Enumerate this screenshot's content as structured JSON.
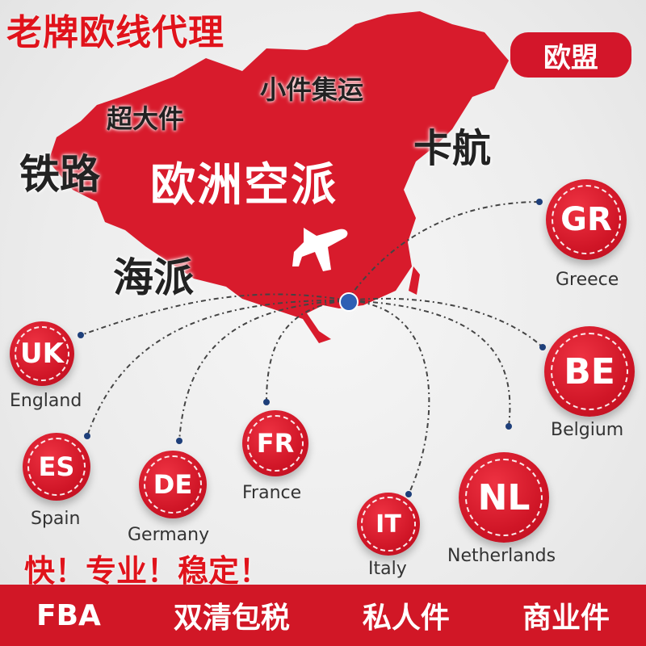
{
  "headline": "老牌欧线代理",
  "region_badge": "欧盟",
  "services": {
    "small_consolidation": "小件集运",
    "oversize": "超大件",
    "truck": "卡航",
    "railway": "铁路",
    "air": "欧洲空派",
    "sea": "海派"
  },
  "countries": [
    {
      "code": "GR",
      "name": "Greece"
    },
    {
      "code": "UK",
      "name": "England"
    },
    {
      "code": "BE",
      "name": "Belgium"
    },
    {
      "code": "ES",
      "name": "Spain"
    },
    {
      "code": "DE",
      "name": "Germany"
    },
    {
      "code": "FR",
      "name": "France"
    },
    {
      "code": "IT",
      "name": "Italy"
    },
    {
      "code": "NL",
      "name": "Netherlands"
    }
  ],
  "slogan": "快！专业！稳定！",
  "features": [
    "FBA",
    "双清包税",
    "私人件",
    "商业件"
  ],
  "colors": {
    "brand_red": "#d11726",
    "headline_red": "#e0131b"
  }
}
